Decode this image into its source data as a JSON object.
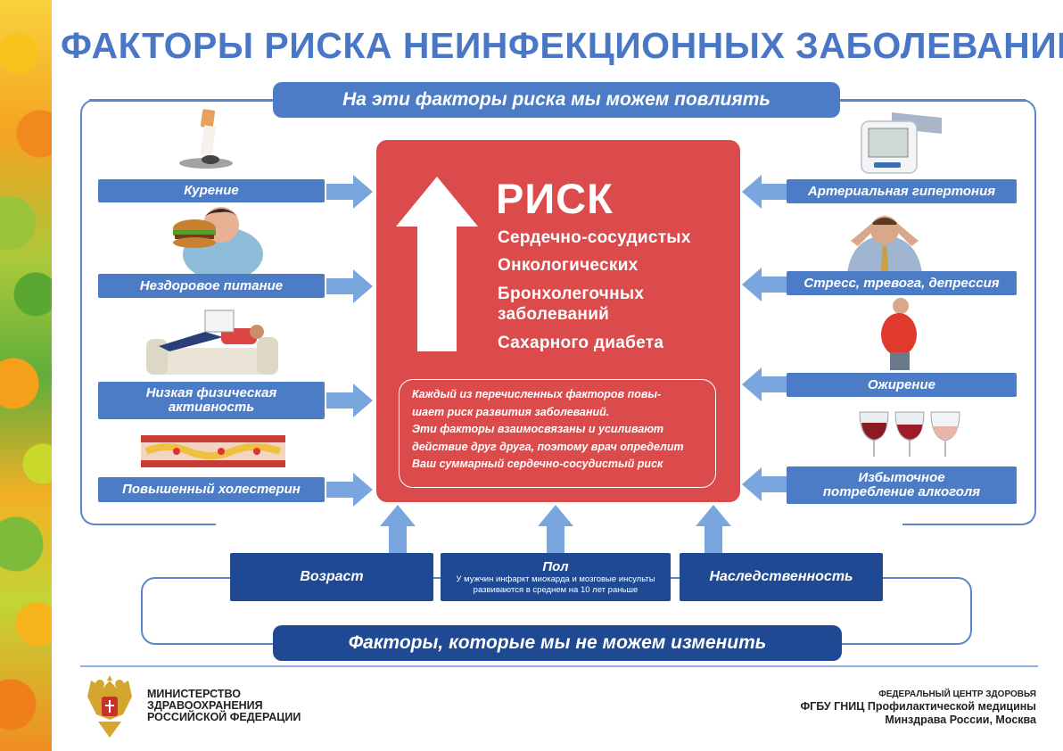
{
  "title": "ФАКТОРЫ РИСКА НЕИНФЕКЦИОННЫХ ЗАБОЛЕВАНИЙ",
  "modifiable_header": "На эти факторы риска мы можем повлиять",
  "non_modifiable_header": "Факторы, которые мы не можем изменить",
  "left_factors": [
    "Курение",
    "Нездоровое питание",
    "Низкая физическая активность",
    "Повышенный холестерин"
  ],
  "left_factor_lines": {
    "inactivity_line1": "Низкая физическая",
    "inactivity_line2": "активность"
  },
  "right_factors": [
    "Артериальная гипертония",
    "Стресс, тревога, депрессия",
    "Ожирение",
    "Избыточное потребление алкоголя"
  ],
  "right_factor_lines": {
    "alcohol_line1": "Избыточное",
    "alcohol_line2": "потребление алкоголя"
  },
  "risk": {
    "title": "РИСК",
    "items": [
      "Сердечно-сосудистых",
      "Онкологических",
      "Бронхолегочных",
      "заболеваний",
      "Сахарного диабета"
    ],
    "note_lines": [
      "Каждый из перечисленных факторов повы-",
      "шает риск развития заболеваний.",
      "Эти факторы взаимосвязаны и усиливают",
      "действие друг друга, поэтому врач определит",
      "Ваш суммарный сердечно-сосудистый риск"
    ]
  },
  "constant_factors": {
    "age": "Возраст",
    "sex": "Пол",
    "sex_note_line1": "У мужчин инфаркт миокарда и мозговые инсульты",
    "sex_note_line2": "развиваются в среднем на 10 лет раньше",
    "heredity": "Наследственность"
  },
  "footer": {
    "ministry_lines": [
      "МИНИСТЕРСТВО",
      "ЗДРАВООХРАНЕНИЯ",
      "РОССИЙСКОЙ ФЕДЕРАЦИИ"
    ],
    "center_lines": [
      "ФЕДЕРАЛЬНЫЙ ЦЕНТР ЗДОРОВЬЯ",
      "ФГБУ ГНИЦ Профилактической медицины",
      "Минздрава России,  Москва"
    ]
  },
  "colors": {
    "title_blue": "#4a77c5",
    "factor_blue": "#4d7cc7",
    "dark_blue": "#1f4a93",
    "risk_red": "#dc4b4c",
    "arrow_blue": "#7aa6df"
  },
  "icons": [
    "cigarette-icon",
    "burger-eater-icon",
    "couch-reader-icon",
    "artery-plaque-icon",
    "blood-pressure-monitor-icon",
    "stressed-man-icon",
    "obese-man-icon",
    "wine-glasses-icon",
    "coat-of-arms-icon",
    "up-arrow-icon"
  ]
}
